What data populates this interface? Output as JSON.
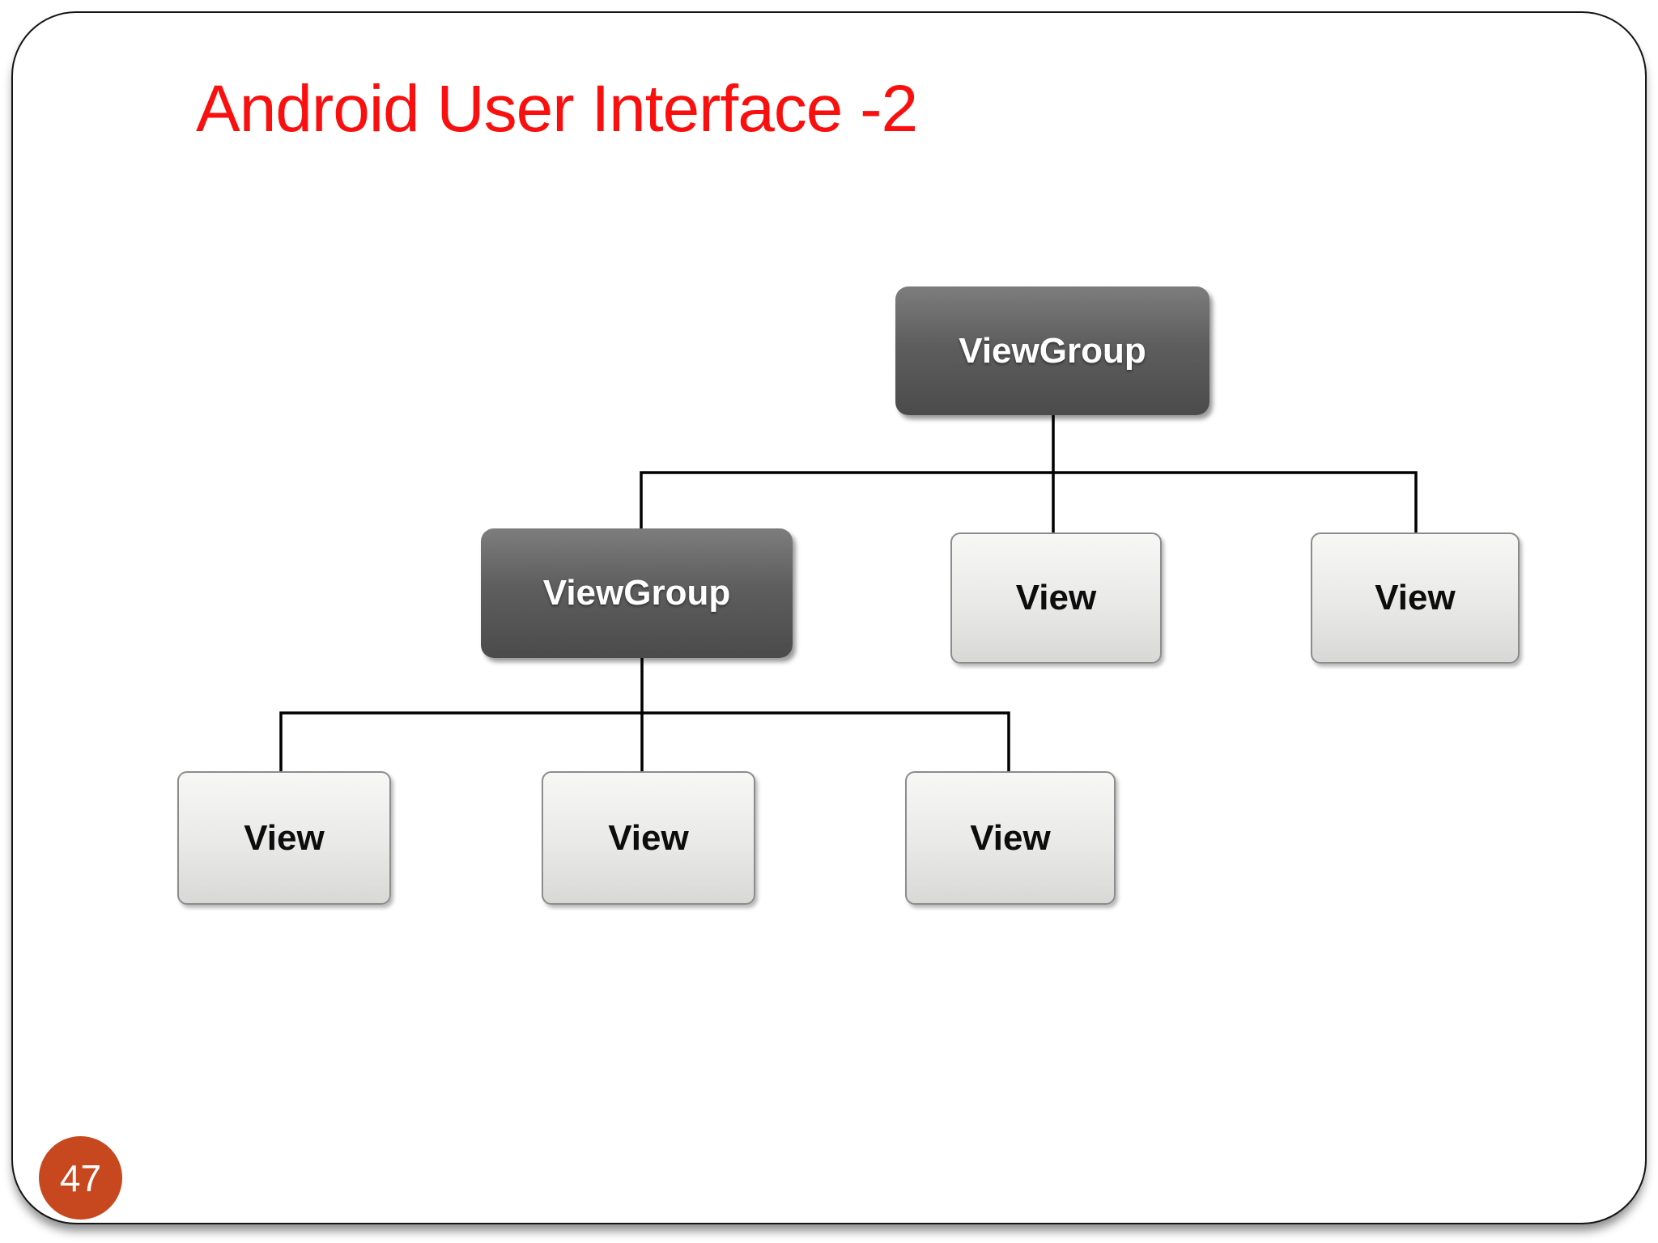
{
  "slide": {
    "title": "Android User Interface -2",
    "title_color": "#fa0f0f",
    "page_number": "47",
    "badge_color": "#c7481f"
  },
  "diagram": {
    "type": "tree",
    "description": "Android view hierarchy: a root ViewGroup containing a ViewGroup and two Views; the child ViewGroup contains three Views",
    "node_colors": {
      "dark": "#5e5e5e",
      "light": "#e9e9e8"
    },
    "line_color": "#000000",
    "nodes": [
      {
        "id": "root",
        "label": "ViewGroup",
        "type": "dark",
        "parent": null
      },
      {
        "id": "vg-child",
        "label": "ViewGroup",
        "type": "dark",
        "parent": "root"
      },
      {
        "id": "view-mid-1",
        "label": "View",
        "type": "light",
        "parent": "root"
      },
      {
        "id": "view-mid-2",
        "label": "View",
        "type": "light",
        "parent": "root"
      },
      {
        "id": "view-bot-1",
        "label": "View",
        "type": "light",
        "parent": "vg-child"
      },
      {
        "id": "view-bot-2",
        "label": "View",
        "type": "light",
        "parent": "vg-child"
      },
      {
        "id": "view-bot-3",
        "label": "View",
        "type": "light",
        "parent": "vg-child"
      }
    ]
  }
}
